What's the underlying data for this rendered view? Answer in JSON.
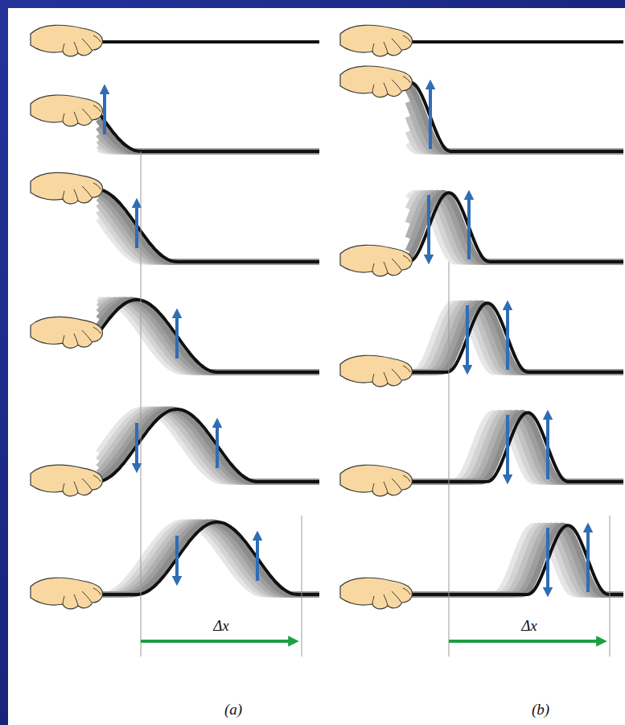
{
  "diagram": {
    "labels": [
      "Δx",
      "Δx",
      "(a)",
      "(b)"
    ]
  }
}
